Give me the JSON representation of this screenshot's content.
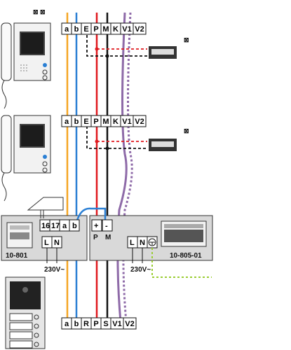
{
  "terminal_rows": [
    {
      "name": "row-top",
      "labels": [
        "a",
        "b",
        "E",
        "P",
        "M",
        "K",
        "V1",
        "V2"
      ]
    },
    {
      "name": "row-middle",
      "labels": [
        "a",
        "b",
        "E",
        "P",
        "M",
        "K",
        "V1",
        "V2"
      ]
    },
    {
      "name": "row-bottom",
      "labels": [
        "a",
        "b",
        "R",
        "P",
        "S",
        "V1",
        "V2"
      ]
    }
  ],
  "power_supply": {
    "inputs": [
      "16",
      "17",
      "a",
      "b"
    ],
    "mains_terminals": [
      "L",
      "N"
    ],
    "model": "10-801",
    "voltage": "230V~"
  },
  "controller": {
    "dc_terminals": [
      "+",
      "-"
    ],
    "dc_labels": [
      "P",
      "M"
    ],
    "mains_terminals": [
      "L",
      "N"
    ],
    "model": "10-805-01",
    "voltage": "230V~"
  },
  "markers": {
    "top_right": "⊠",
    "handset_top": "⊠ ⊠",
    "middle_right": "⊠"
  },
  "colors": {
    "orange": "#f5a623",
    "blue": "#2a7fd4",
    "red": "#e0191e",
    "black": "#111111",
    "purple": "#8e6aa8",
    "green": "#9acd32",
    "panel": "#d9d9d9"
  }
}
